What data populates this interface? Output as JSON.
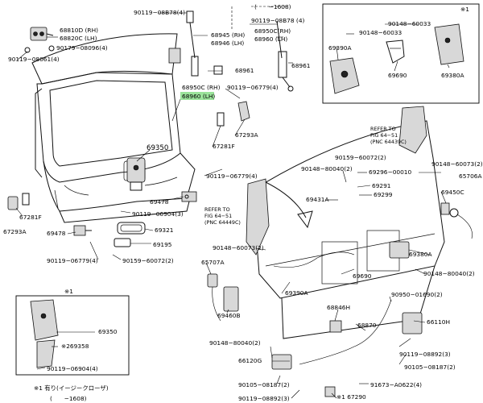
{
  "labels": {
    "p90119_08b78_top": "90119−08B78(4)",
    "p1608": "(　　−1608)",
    "p90119_08b78_mid": "90119−08B78 (4)",
    "p68950c_mid": "68950C(RH)",
    "p68960_mid": "68960 (LH)",
    "p68810d": "68810D (RH)",
    "p68820c": "68820C (LH)",
    "p90179_08096": "90179−08096(4)",
    "p90119_08061": "90119−08061(4)",
    "p68945": "68945 (RH)",
    "p68946": "68946 (LH)",
    "p68961_a": "68961",
    "p68961_b": "68961",
    "p68950c_low": "68950C (RH)",
    "p68960_low": "68960 (LH)",
    "p90119_06779_a": "90119−06779(4)",
    "p67293a_r": "67293A",
    "p67281f_r": "67281F",
    "p69350_main": "69350",
    "p90119_06779_b": "90119−06779(4)",
    "p69478_r": "69478",
    "p90119_06904_a": "90119−06904(3)",
    "p69321": "69321",
    "p69195": "69195",
    "p90159_60072_a": "90159−60072(2)",
    "p67281f_l": "67281F",
    "p67293a_l": "67293A",
    "p69478_l": "69478",
    "p90119_06779_c": "90119−06779(4)",
    "star1_top": "※1",
    "p90148_60033_a": "90148−60033",
    "p90148_60033_b": "90148−60033",
    "p69390a_box": "69390A",
    "p69690_box": "69690",
    "p69380a_box": "69380A",
    "refer1_a": "REFER TO",
    "refer1_b": "FIG 64−51",
    "refer1_c": "(PNC 64439C)",
    "p90159_60072_b": "90159−60072(2)",
    "p90148_80040_a": "90148−80040(2)",
    "p69296_00010": "69296−00010",
    "p90148_60073_a": "90148−60073(2)",
    "p65706a": "65706A",
    "p69291": "69291",
    "p69431a": "69431A",
    "p69299": "69299",
    "p69450c": "69450C",
    "refer2_a": "REFER TO",
    "refer2_b": "FIG 64−51",
    "refer2_c": "(PNC 64449C)",
    "p90148_60073_b": "90148−60073(2)",
    "p69380a_main": "69380A",
    "p65707a": "65707A",
    "p90148_80040_b": "90148−80040(2)",
    "p69690_main": "69690",
    "p69390a_main": "69390A",
    "star1_inset": "※1",
    "p69350_inset": "69350",
    "p69358": "※269358",
    "p90119_06904_b": "90119−06904(4)",
    "p68846h": "68846H",
    "p90950_01690": "90950−01690(2)",
    "p69460b": "69460B",
    "p68870": "68870",
    "p66110h": "66110H",
    "p90148_80040_c": "90148−80040(2)",
    "p66120g": "66120G",
    "p90119_08892_a": "90119−08892(3)",
    "p90105_08187_a": "90105−08187(2)",
    "p90105_08187_b": "90105−08187(2)",
    "p91673_a0622": "91673−A0622(4)",
    "p90119_08892_b": "90119−08892(3)",
    "p67290": "※1 67290",
    "footnote1": "※1 有り(イージークローザ)",
    "footnote2": "(　　−1608)"
  },
  "colors": {
    "highlight": "#9be39b",
    "line": "#000000"
  }
}
